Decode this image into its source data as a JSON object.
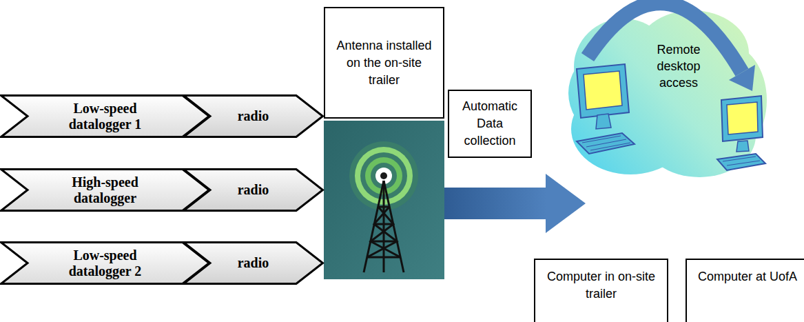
{
  "diagram": {
    "nodes": [
      {
        "text": [
          "Low-speed datalogger 1"
        ]
      },
      {
        "text": [
          "radio"
        ]
      },
      {
        "text": [
          "High-speed datalogger"
        ]
      },
      {
        "text": [
          "radio"
        ]
      },
      {
        "text": [
          "Low-speed datalogger 2"
        ]
      },
      {
        "text": [
          "radio"
        ]
      },
      {
        "text": [
          "Antenna installed on the on-site trailer"
        ]
      },
      {
        "text": [
          "Automatic Data collection"
        ]
      },
      {
        "text": [
          "Remote desktop access"
        ]
      },
      {
        "text": [
          "Computer in on-site trailer"
        ]
      },
      {
        "text": [
          "Computer at UofA"
        ]
      }
    ]
  }
}
